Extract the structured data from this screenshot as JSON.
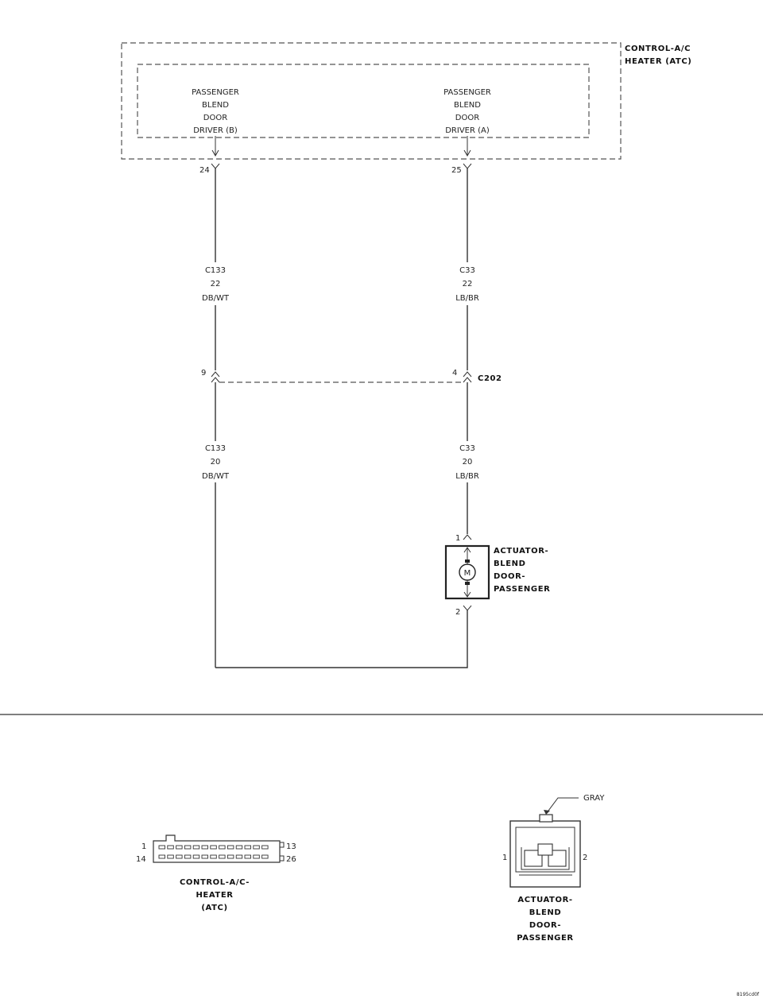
{
  "module": {
    "title_line1": "CONTROL-A/C",
    "title_line2": "HEATER (ATC)",
    "driver_b": [
      "PASSENGER",
      "BLEND",
      "DOOR",
      "DRIVER (B)"
    ],
    "driver_a": [
      "PASSENGER",
      "BLEND",
      "DOOR",
      "DRIVER (A)"
    ],
    "pin_left": "24",
    "pin_right": "25"
  },
  "wires_upper": {
    "left": [
      "C133",
      "22",
      "DB/WT"
    ],
    "right": [
      "C33",
      "22",
      "LB/BR"
    ]
  },
  "connector_c202": {
    "name": "C202",
    "pin_left": "9",
    "pin_right": "4"
  },
  "wires_lower": {
    "left": [
      "C133",
      "20",
      "DB/WT"
    ],
    "right": [
      "C33",
      "20",
      "LB/BR"
    ]
  },
  "actuator": {
    "pin_top": "1",
    "pin_bottom": "2",
    "motor_symbol": "M",
    "label": [
      "ACTUATOR-",
      "BLEND",
      "DOOR-",
      "PASSENGER"
    ]
  },
  "connector_views": {
    "atc": {
      "pin_1": "1",
      "pin_13": "13",
      "pin_14": "14",
      "pin_26": "26",
      "label": [
        "CONTROL-A/C-",
        "HEATER",
        "(ATC)"
      ]
    },
    "actuator": {
      "color": "GRAY",
      "pin_1": "1",
      "pin_2": "2",
      "label": [
        "ACTUATOR-",
        "BLEND",
        "DOOR-",
        "PASSENGER"
      ]
    }
  },
  "figure_id": "8195cd0f"
}
